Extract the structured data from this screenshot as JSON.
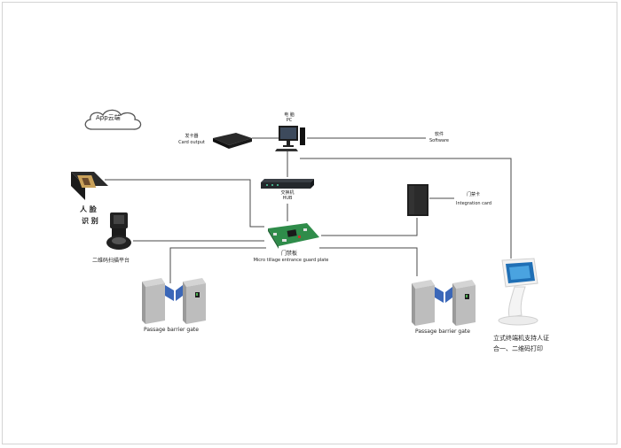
{
  "cloud": {
    "label": "App云端"
  },
  "card_issuer": {
    "cn": "发卡器",
    "en": "Card output"
  },
  "pc": {
    "cn": "电 脑",
    "en": "PC"
  },
  "software": {
    "cn": "软件",
    "en": "Software"
  },
  "hub": {
    "cn": "交换机",
    "en": "HUB"
  },
  "integration_card": {
    "cn": "门禁卡",
    "en": "Integration card"
  },
  "face": {
    "line1": "人 脸",
    "line2": "识 别"
  },
  "qr_platform": {
    "label": "二维码扫描平台"
  },
  "controller": {
    "cn": "门禁板",
    "en": "Micro tillage entrance guard plate"
  },
  "gate_left": {
    "label": "Passage barrier gate"
  },
  "gate_right": {
    "label": "Passage barrier gate"
  },
  "kiosk": {
    "line1": "立式终端机支持人证",
    "line2": "合一、二维码打印"
  },
  "colors": {
    "wire": "#4a4a4a",
    "gate_body": "#bdbdbd",
    "flap": "#3b67b8",
    "board": "#2f8c4a"
  }
}
